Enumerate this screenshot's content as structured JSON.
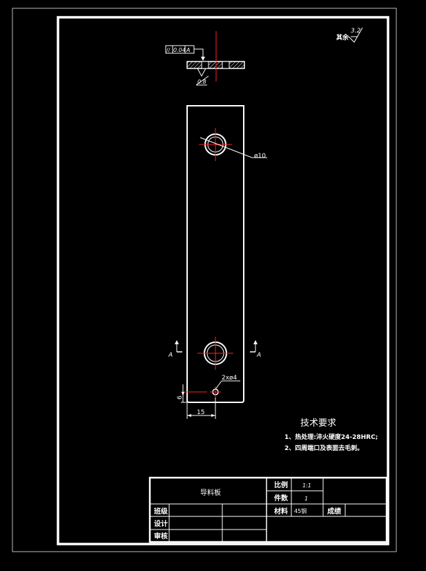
{
  "surface_roughness": {
    "label": "其余",
    "value": "3.2"
  },
  "tolerance_frame": {
    "symbol": "//",
    "value": "0.04",
    "datum": "A"
  },
  "side_view": {
    "thickness_label": "0.8"
  },
  "dimensions": {
    "hole_diameter": "ø10",
    "small_hole": "2xø4",
    "vertical_offset": "6",
    "horizontal_offset": "15"
  },
  "section_marks": {
    "left": "A",
    "right": "A"
  },
  "technical_requirements": {
    "title": "技术要求",
    "items": [
      "1、热处理:淬火硬度24-28HRC;",
      "2、四周端口及表面去毛刺。"
    ]
  },
  "title_block": {
    "part_name": "导料板",
    "scale_label": "比例",
    "scale_value": "1:1",
    "quantity_label": "件数",
    "quantity_value": "1",
    "material_label": "材料",
    "material_value": "45钢",
    "grade_label": "成绩",
    "class_label": "班级",
    "design_label": "设计",
    "review_label": "审核"
  },
  "colors": {
    "background": "#000000",
    "line": "#ffffff",
    "centerline": "#ff2020"
  }
}
